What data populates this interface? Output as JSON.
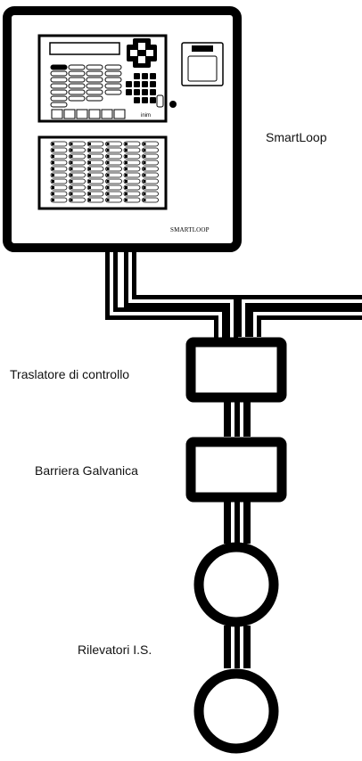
{
  "labels": {
    "panel": "SmartLoop",
    "translator": "Traslatore di controllo",
    "barrier": "Barriera Galvanica",
    "detectors": "Rilevatori I.S."
  },
  "panel": {
    "brand": "SMARTLOOP",
    "logo": "inim"
  },
  "colors": {
    "stroke": "#000000",
    "fill": "#ffffff",
    "text": "#111111"
  }
}
